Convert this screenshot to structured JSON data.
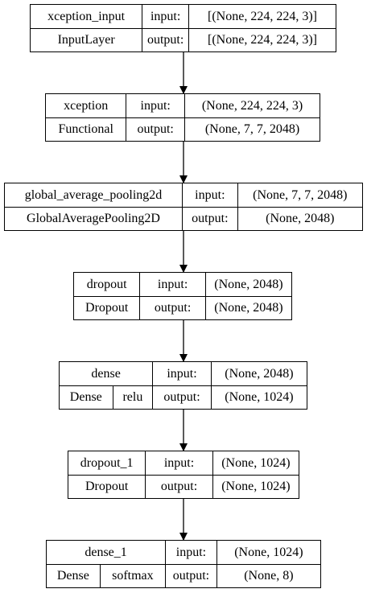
{
  "layers": [
    {
      "top_cells": [
        "xception_input"
      ],
      "bottom_cells": [
        "InputLayer"
      ],
      "input_label": "input:",
      "output_label": "output:",
      "input_shape": "[(None, 224, 224, 3)]",
      "output_shape": "[(None, 224, 224, 3)]"
    },
    {
      "top_cells": [
        "xception"
      ],
      "bottom_cells": [
        "Functional"
      ],
      "input_label": "input:",
      "output_label": "output:",
      "input_shape": "(None, 224, 224, 3)",
      "output_shape": "(None, 7, 7, 2048)"
    },
    {
      "top_cells": [
        "global_average_pooling2d"
      ],
      "bottom_cells": [
        "GlobalAveragePooling2D"
      ],
      "input_label": "input:",
      "output_label": "output:",
      "input_shape": "(None, 7, 7, 2048)",
      "output_shape": "(None, 2048)"
    },
    {
      "top_cells": [
        "dropout"
      ],
      "bottom_cells": [
        "Dropout"
      ],
      "input_label": "input:",
      "output_label": "output:",
      "input_shape": "(None, 2048)",
      "output_shape": "(None, 2048)"
    },
    {
      "top_cells": [
        "dense"
      ],
      "bottom_cells": [
        "Dense",
        "relu"
      ],
      "input_label": "input:",
      "output_label": "output:",
      "input_shape": "(None, 2048)",
      "output_shape": "(None, 1024)"
    },
    {
      "top_cells": [
        "dropout_1"
      ],
      "bottom_cells": [
        "Dropout"
      ],
      "input_label": "input:",
      "output_label": "output:",
      "input_shape": "(None, 1024)",
      "output_shape": "(None, 1024)"
    },
    {
      "top_cells": [
        "dense_1"
      ],
      "bottom_cells": [
        "Dense",
        "softmax"
      ],
      "input_label": "input:",
      "output_label": "output:",
      "input_shape": "(None, 1024)",
      "output_shape": "(None, 8)"
    }
  ]
}
